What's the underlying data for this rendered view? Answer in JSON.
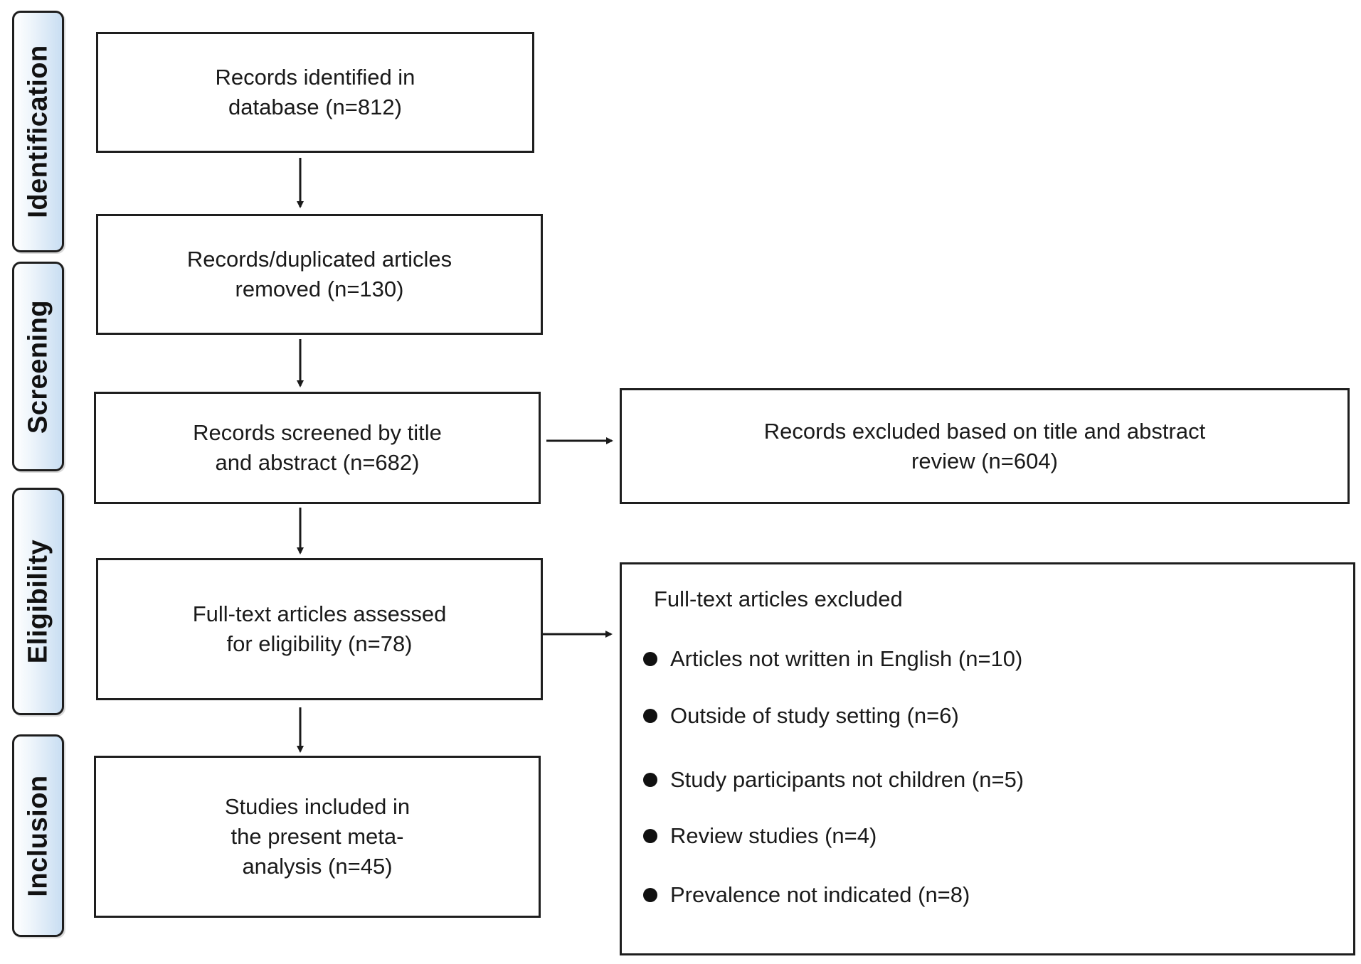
{
  "stages": [
    {
      "id": "identification",
      "label": "Identification"
    },
    {
      "id": "screening",
      "label": "Screening"
    },
    {
      "id": "eligibility",
      "label": "Eligibility"
    },
    {
      "id": "inclusion",
      "label": "Inclusion"
    }
  ],
  "boxes": {
    "identified": {
      "line1": "Records identified in",
      "line2": "database (n=812)"
    },
    "duplicates": {
      "line1": "Records/duplicated articles",
      "line2": "removed (n=130)"
    },
    "screened": {
      "line1": "Records screened by title",
      "line2": "and abstract (n=682)"
    },
    "excluded_title": {
      "line1": "Records excluded based on title and abstract",
      "line2": "review (n=604)"
    },
    "fulltext": {
      "line1": "Full-text articles assessed",
      "line2": "for eligibility (n=78)"
    },
    "included": {
      "line1": "Studies included in",
      "line2": "the present meta-",
      "line3": "analysis (n=45)"
    }
  },
  "fulltext_excluded": {
    "title": "Full-text articles excluded",
    "items": [
      "Articles not written in English (n=10)",
      "Outside of study setting (n=6)",
      "Study participants not children (n=5)",
      "Review studies (n=4)",
      "Prevalence not indicated (n=8)"
    ]
  }
}
